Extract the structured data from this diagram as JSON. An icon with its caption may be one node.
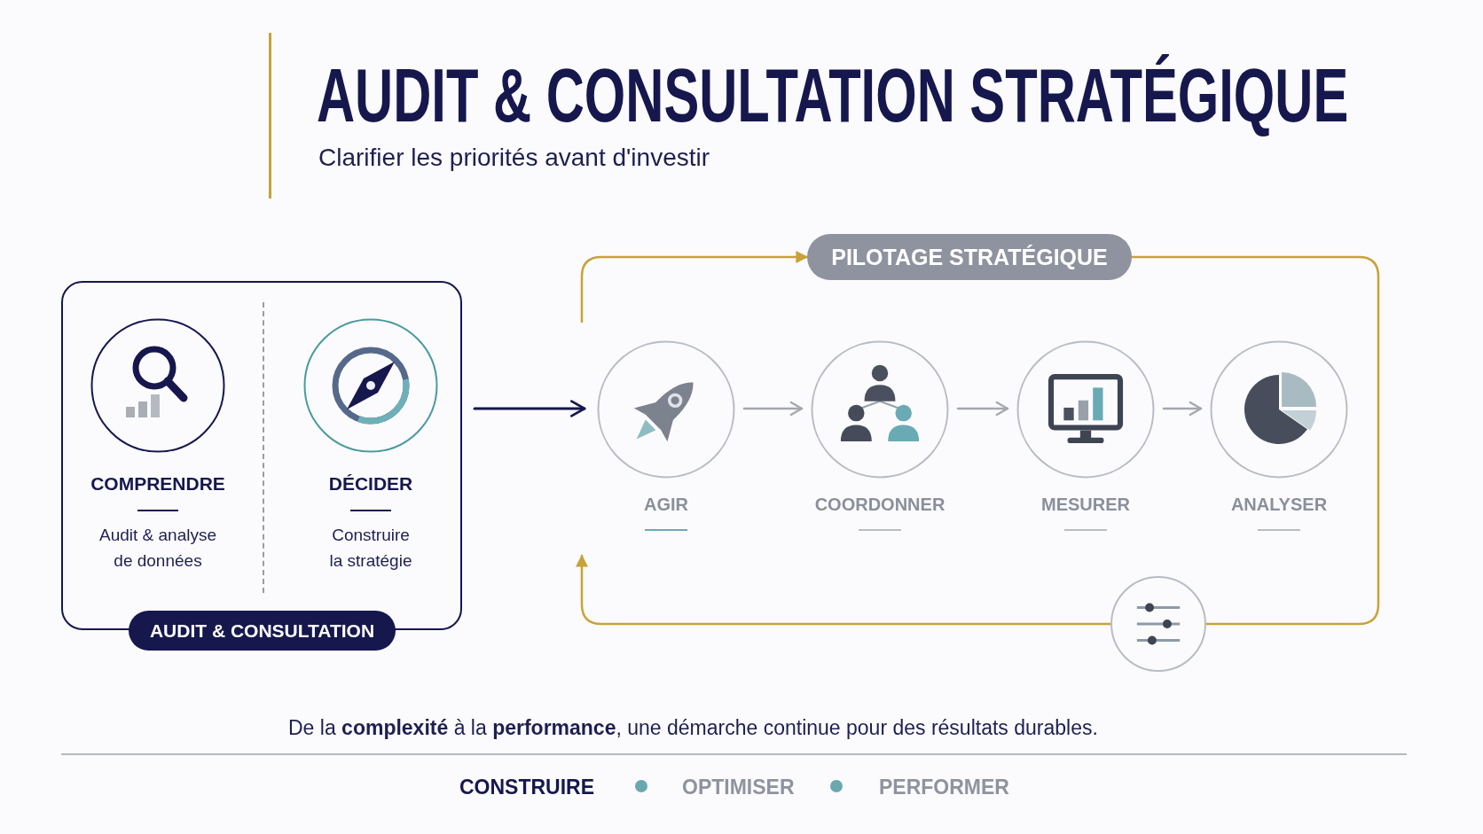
{
  "diagram": {
    "title": "AUDIT & CONSULTATION STRATÉGIQUE",
    "caption": "De la **complexité** à la **performance**, une démarche continue pour des résultats durables.",
    "nodes": [
      {
        "text": [
          "AUDIT & CONSULTATION"
        ]
      },
      {
        "text": [
          "COMPRENDRE",
          "Audit & analyse de données"
        ],
        "in": 0
      },
      {
        "text": [
          "DÉCIDER",
          "Construire la stratégie"
        ],
        "in": 0
      },
      {
        "text": [
          "PILOTAGE STRATÉGIQUE"
        ]
      },
      {
        "text": [
          "AGIR"
        ]
      },
      {
        "text": [
          "COORDONNER"
        ]
      },
      {
        "text": [
          "MESURER"
        ]
      },
      {
        "text": [
          "ANALYSER"
        ]
      },
      {
        "text": [],
        "shape": "circle"
      }
    ],
    "edges": [
      {
        "from": 0,
        "to": 4,
        "arrow": "to",
        "color": "#16174d"
      },
      {
        "from": 4,
        "to": 5,
        "arrow": "to"
      },
      {
        "from": 5,
        "to": 6,
        "arrow": "to"
      },
      {
        "from": 6,
        "to": 7,
        "arrow": "to"
      },
      {
        "from": null,
        "to": 3,
        "arrow": "to",
        "color": "#c8a23a"
      },
      {
        "from": 3,
        "to": 8,
        "arrow": "none",
        "color": "#c8a23a"
      },
      {
        "from": 8,
        "to": null,
        "arrow": "to",
        "color": "#c8a23a"
      }
    ],
    "labels": [
      "Clarifier les priorités avant d'investir",
      "CONSTRUIRE",
      "OPTIMISER",
      "PERFORMER"
    ]
  }
}
